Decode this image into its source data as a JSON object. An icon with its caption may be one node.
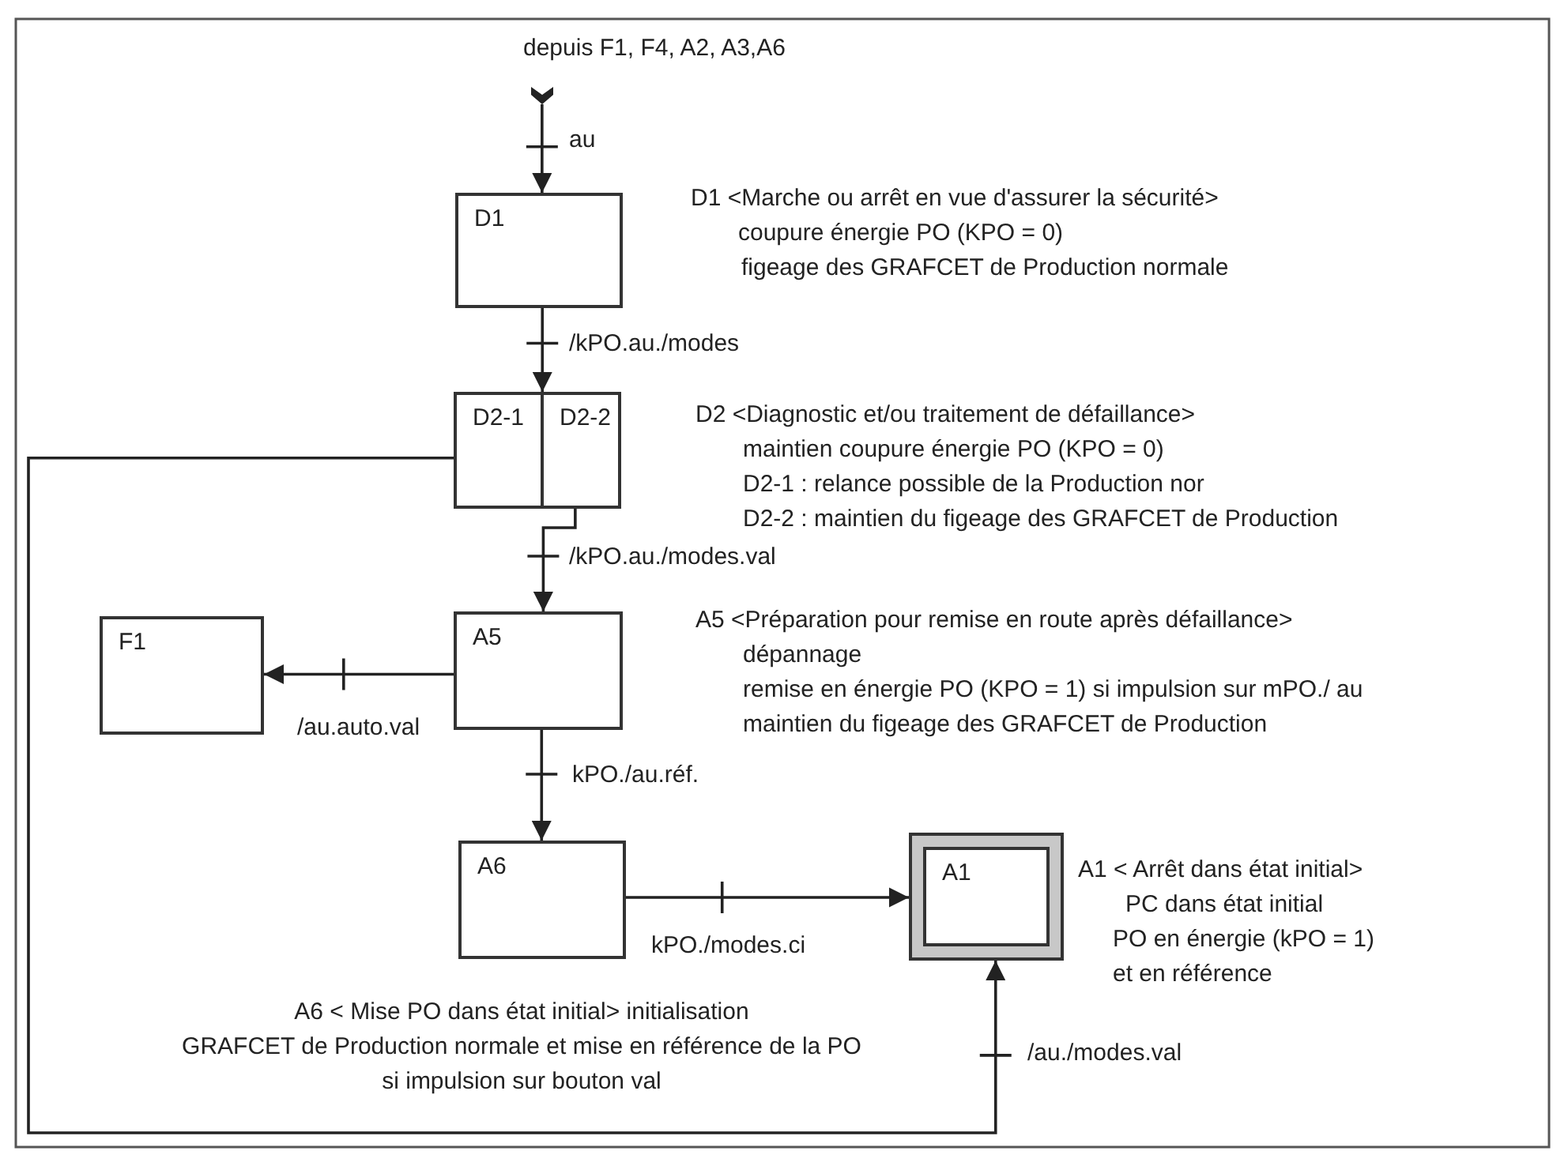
{
  "diagram": {
    "nodes": [
      {
        "text": [
          "depuis F1, F4, A2, A3,A6"
        ]
      },
      {
        "text": [
          "D1"
        ],
        "beside": [
          "D1 <Marche ou arrêt en vue d'assurer la sécurité>",
          "coupure énergie PO (KPO = 0)",
          "figeage des GRAFCET de Production normale"
        ]
      },
      {
        "text": [],
        "shape": "box",
        "beside": [
          "D2 <Diagnostic et/ou traitement de défaillance>",
          "maintien coupure énergie PO (KPO = 0)",
          "D2-1 : relance possible de la Production nor",
          "D2-2 : maintien du figeage des GRAFCET de Production"
        ]
      },
      {
        "text": [
          "D2-1"
        ],
        "in": 2
      },
      {
        "text": [
          "D2-2"
        ],
        "in": 2
      },
      {
        "text": [
          "F1"
        ]
      },
      {
        "text": [
          "A5"
        ],
        "beside": [
          "A5 <Préparation pour remise en route après défaillance>",
          "dépannage",
          "remise en énergie PO (KPO = 1) si impulsion sur mPO./ au",
          "maintien du figeage des GRAFCET de Production"
        ]
      },
      {
        "text": [
          "A6"
        ],
        "beside": [
          "A6 < Mise PO dans état initial> initialisation",
          "GRAFCET de Production normale et mise en référence de la PO",
          "si impulsion sur bouton val"
        ]
      },
      {
        "text": [
          "A1"
        ],
        "beside": [
          "A1 < Arrêt dans état initial>",
          "PC dans état initial",
          "PO en énergie (kPO = 1)",
          "et en référence"
        ]
      }
    ],
    "edges": [
      {
        "from": 0,
        "to": 1,
        "arrow": "to",
        "label": "au"
      },
      {
        "from": 1,
        "to": 2,
        "arrow": "to",
        "label": "/kPO.au./modes"
      },
      {
        "from": 4,
        "to": 6,
        "arrow": "to",
        "label": "/kPO.au./modes.val"
      },
      {
        "from": 6,
        "to": 5,
        "arrow": "to",
        "label": "/au.auto.val"
      },
      {
        "from": 6,
        "to": 7,
        "arrow": "to",
        "label": "kPO./au.réf."
      },
      {
        "from": 7,
        "to": 8,
        "arrow": "to",
        "label": "kPO./modes.ci"
      },
      {
        "from": 3,
        "to": 8,
        "arrow": "to",
        "label": "/au./modes.val"
      }
    ]
  }
}
